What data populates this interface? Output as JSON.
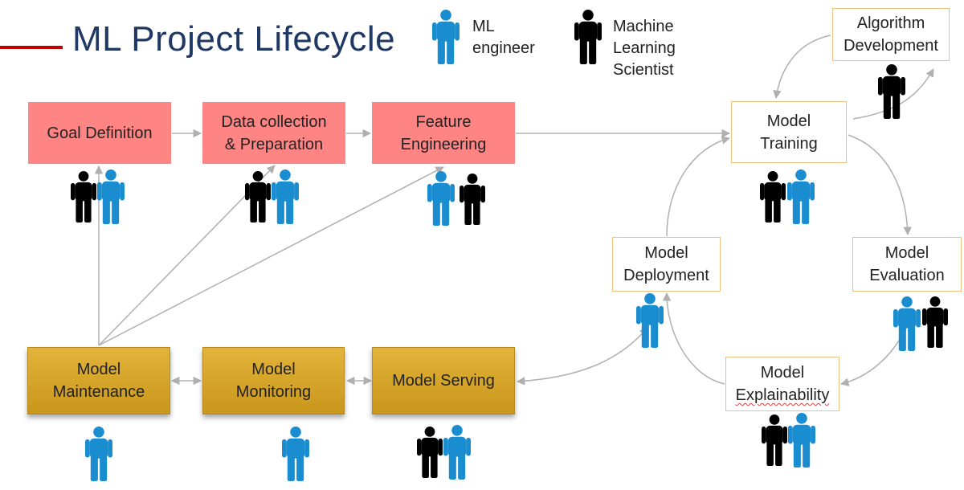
{
  "title": "ML Project Lifecycle",
  "legend": {
    "ml_engineer": "ML\nengineer",
    "scientist": "Machine\nLearning\nScientist"
  },
  "stages": {
    "goal_definition": "Goal Definition",
    "data_collection": "Data collection\n& Preparation",
    "feature_engineering": "Feature\nEngineering",
    "model_training": "Model\nTraining",
    "algorithm_development": "Algorithm\nDevelopment",
    "model_evaluation": "Model\nEvaluation",
    "model_explainability_line1": "Model",
    "model_explainability_line2": "Explainability",
    "model_deployment": "Model\nDeployment",
    "model_serving": "Model Serving",
    "model_monitoring": "Model\nMonitoring",
    "model_maintenance": "Model\nMaintenance"
  },
  "colors": {
    "ml_engineer": "#1a8dd0",
    "scientist": "#000000",
    "requirement_box": "#ff8585",
    "operations_box": "#d4a328",
    "model_box_border": "#f0c080",
    "arrow": "#b0b0b0",
    "title": "#1f3864",
    "accent_bar": "#c00000"
  },
  "icons": {
    "ml_engineer": "person-icon-blue",
    "scientist": "person-icon-black"
  }
}
